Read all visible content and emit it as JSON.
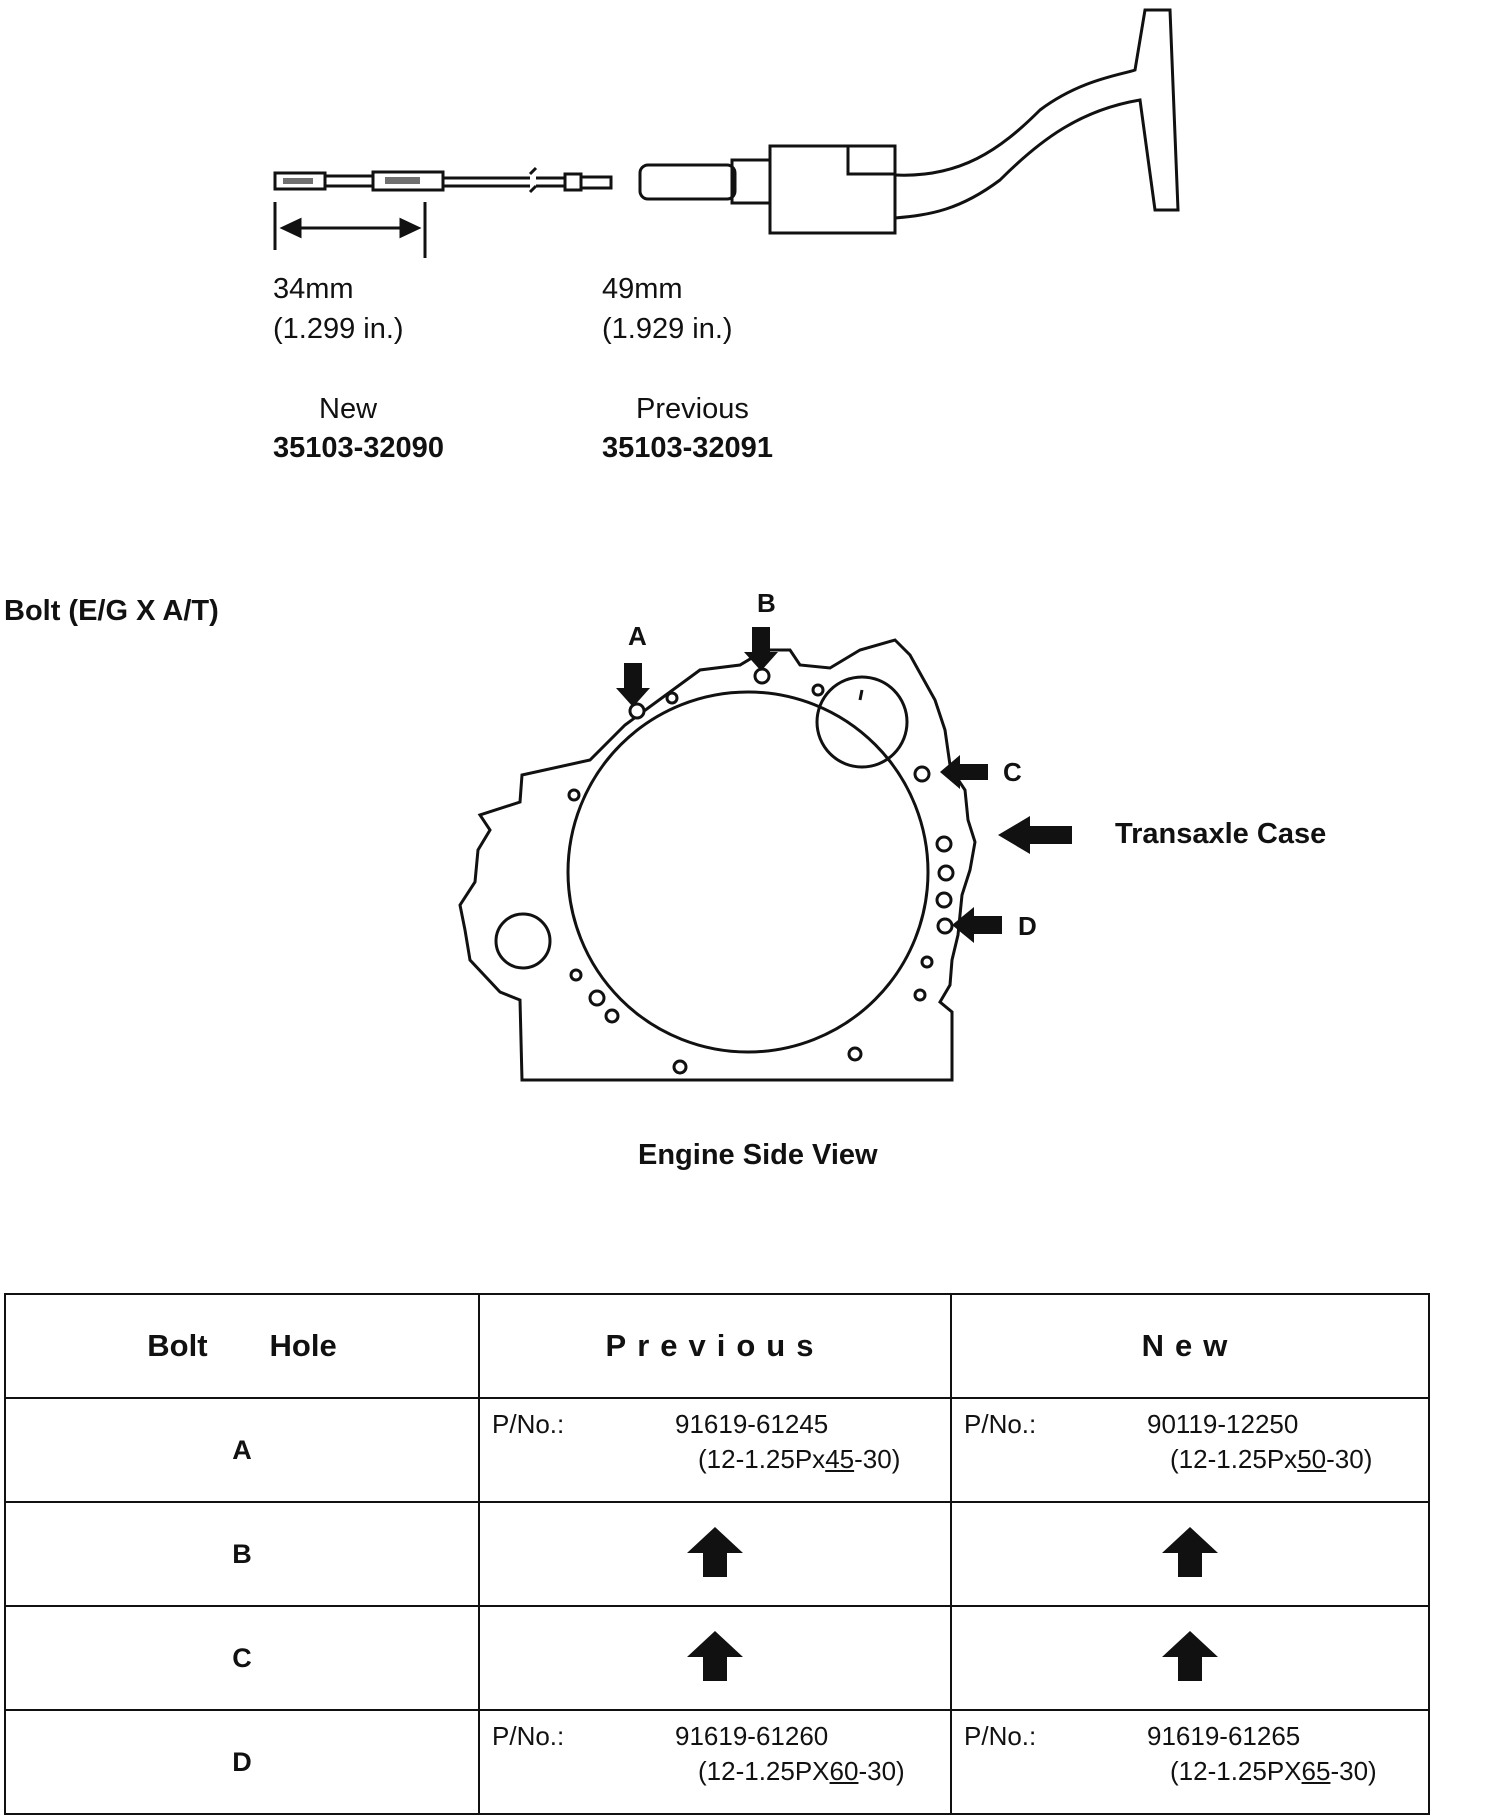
{
  "sensor": {
    "new": {
      "length_mm": "34mm",
      "length_in": "(1.299 in.)",
      "label": "New",
      "part_no": "35103-32090"
    },
    "previous": {
      "length_mm": "49mm",
      "length_in": "(1.929 in.)",
      "label": "Previous",
      "part_no": "35103-32091"
    }
  },
  "bolt_section": {
    "title": "Bolt (E/G X A/T)",
    "case_label": "Transaxle Case",
    "view_caption": "Engine Side View",
    "markers": [
      "A",
      "B",
      "C",
      "D"
    ]
  },
  "table": {
    "headers": {
      "bolt": "Bolt",
      "hole": "Hole",
      "previous": "Previous",
      "new": "New"
    },
    "rows": [
      {
        "hole": "A",
        "previous": {
          "label": "P/No.:",
          "number": "91619-61245",
          "spec_pre": "(12-1.25Px",
          "spec_ul": "45",
          "spec_post": "-30)"
        },
        "new": {
          "label": "P/No.:",
          "number": "90119-12250",
          "spec_pre": "(12-1.25Px",
          "spec_ul": "50",
          "spec_post": "-30)"
        }
      },
      {
        "hole": "B",
        "previous_icon": "up-arrow-icon",
        "new_icon": "up-arrow-icon"
      },
      {
        "hole": "C",
        "previous_icon": "up-arrow-icon",
        "new_icon": "up-arrow-icon"
      },
      {
        "hole": "D",
        "previous": {
          "label": "P/No.:",
          "number": "91619-61260",
          "spec_pre": "(12-1.25PX",
          "spec_ul": "60",
          "spec_post": "-30)"
        },
        "new": {
          "label": "P/No.:",
          "number": "91619-61265",
          "spec_pre": "(12-1.25PX",
          "spec_ul": "65",
          "spec_post": "-30)"
        }
      }
    ]
  }
}
